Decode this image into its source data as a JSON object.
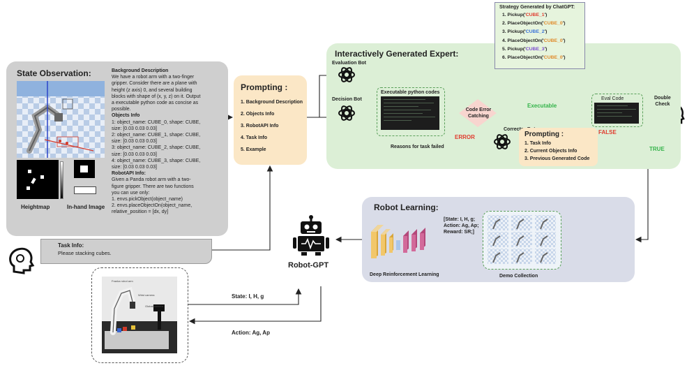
{
  "state_observation": {
    "title": "State Observation:",
    "heightmap_label": "Heightmap",
    "inhand_label": "In-hand Image",
    "background": {
      "heading": "Background Description",
      "text": [
        "We have a robot arm with a two-finger",
        "gripper. Consider there are a plane with",
        "height (z axis) 0, and several building",
        "blocks with shape of (x, y, z) on it. Output",
        "a executable python code as concise as",
        "possible."
      ]
    },
    "objects": {
      "heading": "Objects Info",
      "lines": [
        "1: object_name: CUBE_0, shape: CUBE,",
        "size: [0.03 0.03 0.03]",
        "2: object_name: CUBE_1, shape: CUBE,",
        "size: [0.03 0.03 0.03]",
        "3: object_name: CUBE_2, shape: CUBE,",
        "size: [0.03 0.03 0.03]",
        "4: object_name: CUBE_3, shape: CUBE,",
        "size: [0.03 0.03 0.03]"
      ]
    },
    "robotapi": {
      "heading": "RobotAPI Info:",
      "lines": [
        "Given a Panda robot arm with a two-",
        "figure gripper. There are two functions",
        "you can use only:",
        "1. envs.pickObject(object_name)",
        "2. envs.placeObjectOn(object_name,",
        "relative_position = [dx, dy]"
      ]
    }
  },
  "task_info": {
    "heading": "Task Info:",
    "text": "Please stacking cubes."
  },
  "prompting": {
    "title": "Prompting :",
    "items": [
      "1. Background Description",
      "2. Objects Info",
      "3. RobotAPI Info",
      "4. Task Info",
      "5. Example"
    ]
  },
  "expert": {
    "title": "Interactively Generated Expert:",
    "evaluation_bot": "Evaluation Bot",
    "decision_bot": "Decision Bot",
    "corrector_bot": "Corrector Bot",
    "exec_codes": "Executable python codes",
    "code_error": [
      "Code Error",
      "Catching"
    ],
    "executable": "Executable",
    "error": "ERROR",
    "reasons": "Reasons for task failed",
    "eval_code": "Eval  Code",
    "false": "FALSE",
    "true": "TRUE",
    "double_check": [
      "Double",
      "Check"
    ],
    "prompting2": {
      "title": "Prompting :",
      "items": [
        "1. Task Info",
        "2. Current Objects Info",
        "3. Previous Generated Code"
      ]
    }
  },
  "strategy": {
    "title": "Strategy Generated by ChatGPT:",
    "steps": [
      {
        "pre": "1. Pickup('",
        "obj": "CUBE_1",
        "post": "')",
        "color": "#e03b2e"
      },
      {
        "pre": "2. PlaceObjectOn('",
        "obj": "CUBE_0",
        "post": "')",
        "color": "#e08a2a"
      },
      {
        "pre": "3. Pickup('",
        "obj": "CUBE_2",
        "post": "')",
        "color": "#3a73d9"
      },
      {
        "pre": "4. PlaceObjectOn('",
        "obj": "CUBE_0",
        "post": "')",
        "color": "#e08a2a"
      },
      {
        "pre": "5. Pickup('",
        "obj": "CUBE_3",
        "post": "')",
        "color": "#7a4bd0"
      },
      {
        "pre": "6. PlaceObjectOn('",
        "obj": "CUBE_0",
        "post": "')",
        "color": "#e08a2a"
      }
    ]
  },
  "robot_learning": {
    "title": "Robot Learning:",
    "state_lines": [
      "[State: I, H, g;",
      "Action: Ag, Ap;",
      "Reward: SR;]"
    ],
    "drl": "Deep Reinforcement Learning",
    "demo": "Demo Collection"
  },
  "robot_gpt": "Robot-GPT",
  "state_arrow": "State: I, H, g",
  "action_arrow": "Action: Ag, Ap"
}
